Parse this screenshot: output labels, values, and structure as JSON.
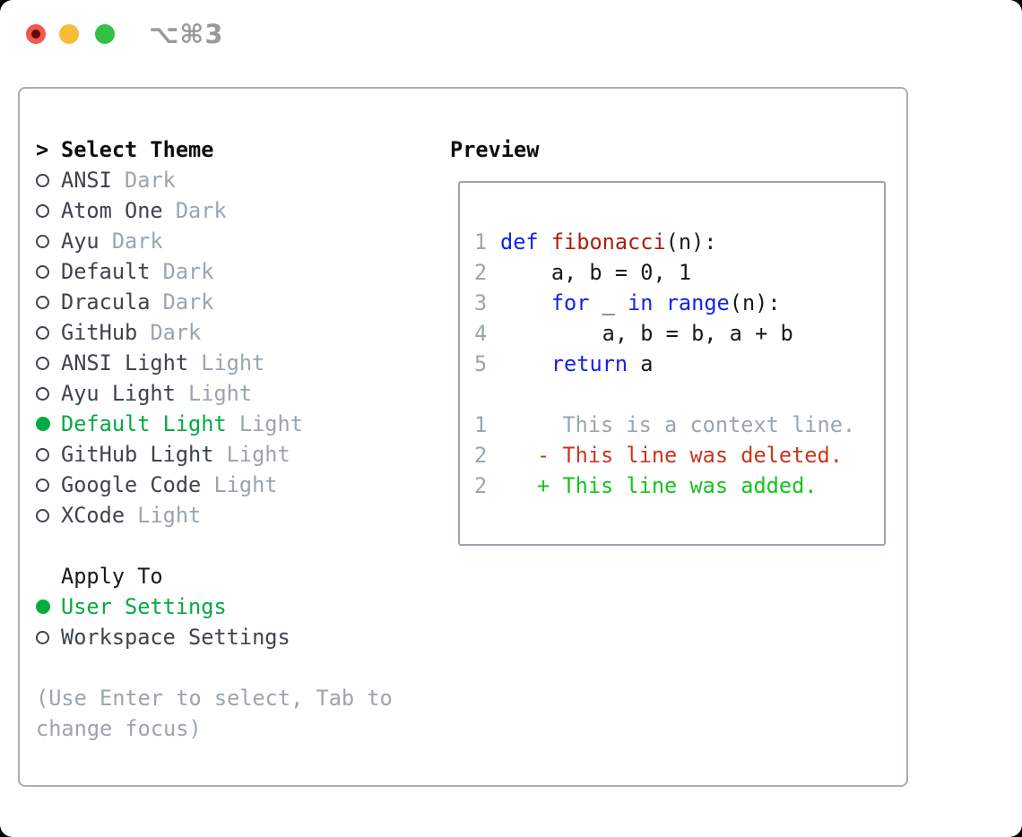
{
  "titlebar": {
    "title": "⌥⌘3",
    "traffic_lights": [
      "close",
      "minimize",
      "zoom"
    ]
  },
  "theme_list": {
    "cursor": ">",
    "header": "Select Theme",
    "items": [
      {
        "name": "ANSI",
        "tag": "Dark",
        "selected": false
      },
      {
        "name": "Atom One",
        "tag": "Dark",
        "selected": false
      },
      {
        "name": "Ayu",
        "tag": "Dark",
        "selected": false
      },
      {
        "name": "Default",
        "tag": "Dark",
        "selected": false
      },
      {
        "name": "Dracula",
        "tag": "Dark",
        "selected": false
      },
      {
        "name": "GitHub",
        "tag": "Dark",
        "selected": false
      },
      {
        "name": "ANSI Light",
        "tag": "Light",
        "selected": false
      },
      {
        "name": "Ayu Light",
        "tag": "Light",
        "selected": false
      },
      {
        "name": "Default Light",
        "tag": "Light",
        "selected": true
      },
      {
        "name": "GitHub Light",
        "tag": "Light",
        "selected": false
      },
      {
        "name": "Google Code",
        "tag": "Light",
        "selected": false
      },
      {
        "name": "XCode",
        "tag": "Light",
        "selected": false
      }
    ]
  },
  "apply_to": {
    "header": "Apply To",
    "options": [
      {
        "label": "User Settings",
        "selected": true
      },
      {
        "label": "Workspace Settings",
        "selected": false
      }
    ]
  },
  "hint": "(Use Enter to select, Tab to change focus)",
  "preview": {
    "title": "Preview",
    "code_lines": [
      {
        "num": "1",
        "segments": [
          {
            "text": "def ",
            "color": "keyword"
          },
          {
            "text": "fibonacci",
            "color": "function"
          },
          {
            "text": "(n):",
            "color": "plain"
          }
        ]
      },
      {
        "num": "2",
        "segments": [
          {
            "text": "    a, b = 0, 1",
            "color": "plain"
          }
        ]
      },
      {
        "num": "3",
        "segments": [
          {
            "text": "    ",
            "color": "plain"
          },
          {
            "text": "for",
            "color": "keyword"
          },
          {
            "text": " _ ",
            "color": "plain"
          },
          {
            "text": "in",
            "color": "keyword"
          },
          {
            "text": " ",
            "color": "plain"
          },
          {
            "text": "range",
            "color": "keyword"
          },
          {
            "text": "(n):",
            "color": "plain"
          }
        ]
      },
      {
        "num": "4",
        "segments": [
          {
            "text": "        a, b = b, a + b",
            "color": "plain"
          }
        ]
      },
      {
        "num": "5",
        "segments": [
          {
            "text": "    ",
            "color": "plain"
          },
          {
            "text": "return",
            "color": "keyword"
          },
          {
            "text": " a",
            "color": "plain"
          }
        ]
      }
    ],
    "diff_lines": [
      {
        "num": "1",
        "marker": "",
        "text": "This is a context line.",
        "type": "context"
      },
      {
        "num": "2",
        "marker": "-",
        "text": "This line was deleted.",
        "type": "deleted"
      },
      {
        "num": "2",
        "marker": "+",
        "text": "This line was added.",
        "type": "added"
      }
    ]
  },
  "colors": {
    "accent_green": "#00ab41",
    "added_green": "#16c31d",
    "deleted_red": "#c8371e",
    "keyword_blue": "#1322e8",
    "function_red": "#b01e0c",
    "plain_code": "#17191c",
    "muted_gray": "#9aa5b1",
    "text_dark": "#3d444c",
    "traffic_red": "#f2564d",
    "traffic_yellow": "#f6bc3a",
    "traffic_green": "#30c145"
  }
}
